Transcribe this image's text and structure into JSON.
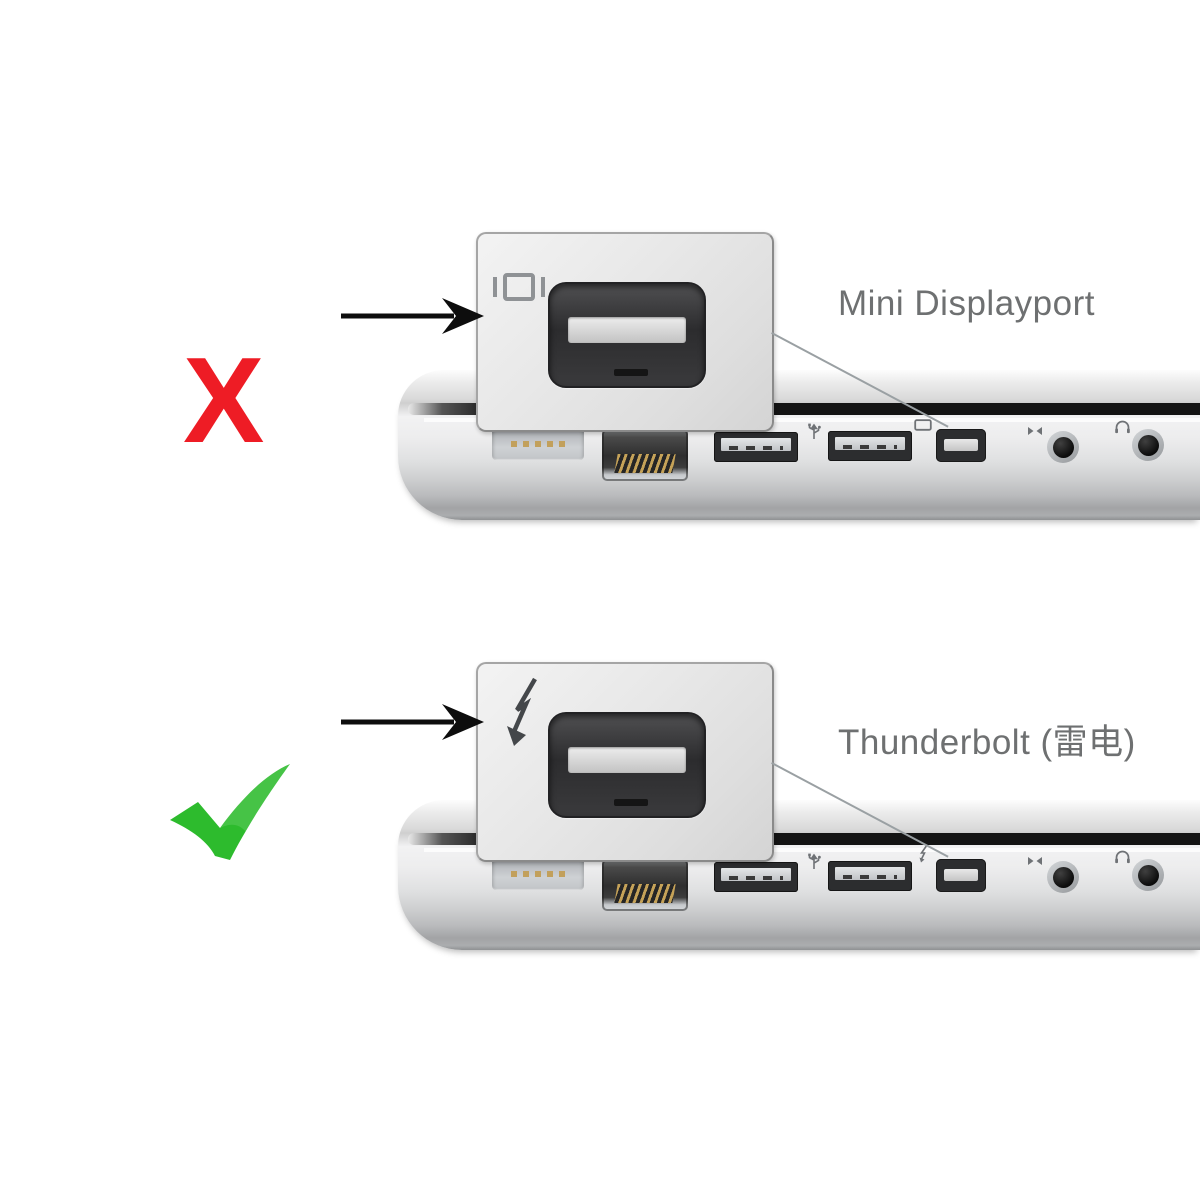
{
  "sections": [
    {
      "id": "mini-displayport",
      "label": "Mini Displayport",
      "verdict": {
        "state": "wrong",
        "symbol": "X",
        "color": "#ee1c25"
      },
      "adapter_icon": "mini-displayport-icon",
      "laptop_port_badge_icon": "display-icon",
      "port_icons": [
        "usb-icon",
        "display-icon",
        "audio-in-icon",
        "headphone-icon"
      ]
    },
    {
      "id": "thunderbolt",
      "label": "Thunderbolt (雷电)",
      "verdict": {
        "state": "correct",
        "symbol": "✓",
        "color": "#2dbb2d"
      },
      "adapter_icon": "thunderbolt-icon",
      "laptop_port_badge_icon": "thunderbolt-icon",
      "port_icons": [
        "usb-icon",
        "thunderbolt-icon",
        "audio-in-icon",
        "headphone-icon"
      ]
    }
  ],
  "colors": {
    "background": "#ffffff",
    "wrong_red": "#ee1c25",
    "correct_green": "#2dbb2d",
    "label_gray": "#6e7071",
    "annotation_black": "#0d0d0d"
  }
}
